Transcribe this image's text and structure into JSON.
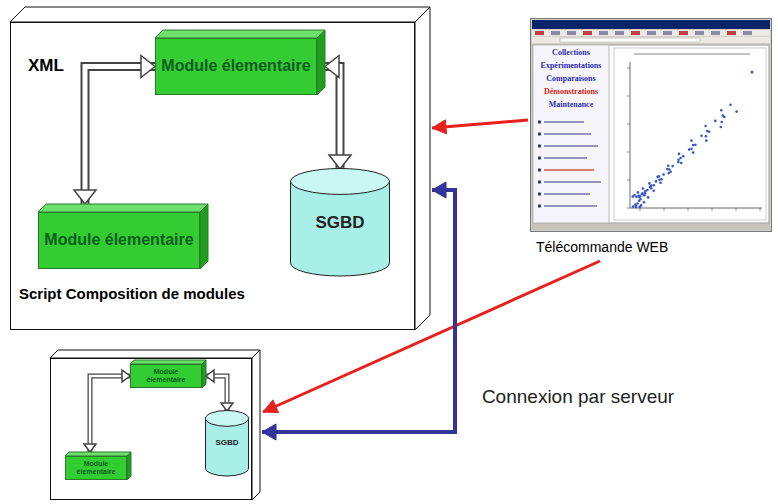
{
  "diagram": {
    "nodes": [
      {
        "text": [
          "Script Composition de modules"
        ]
      },
      {
        "text": [
          "Module élementaire"
        ],
        "in": 0
      },
      {
        "text": [
          "Module élementaire"
        ],
        "in": 0
      },
      {
        "text": [
          "SGBD"
        ],
        "in": 0
      },
      {
        "text": []
      },
      {
        "text": [
          "Module élementaire"
        ],
        "in": 4
      },
      {
        "text": [
          "Module élementaire"
        ],
        "in": 4
      },
      {
        "text": [
          "SGBD"
        ],
        "in": 4
      },
      {
        "text": [
          "Collections",
          "Expérimentations",
          "Comparaisons",
          "Démonstrations",
          "Maintenance",
          "Télécommande WEB"
        ]
      }
    ],
    "edges": [
      {
        "from": 1,
        "to": 2,
        "arrow": "both"
      },
      {
        "from": 1,
        "to": 3,
        "arrow": "both"
      },
      {
        "from": 5,
        "to": 6,
        "arrow": "both"
      },
      {
        "from": 5,
        "to": 7,
        "arrow": "both"
      },
      {
        "from": 8,
        "to": 0,
        "arrow": "to"
      },
      {
        "from": 8,
        "to": 4,
        "arrow": "to"
      },
      {
        "from": 4,
        "to": 0,
        "label": "Connexion par serveur",
        "arrow": "both"
      }
    ],
    "labels": [
      "XML"
    ]
  }
}
